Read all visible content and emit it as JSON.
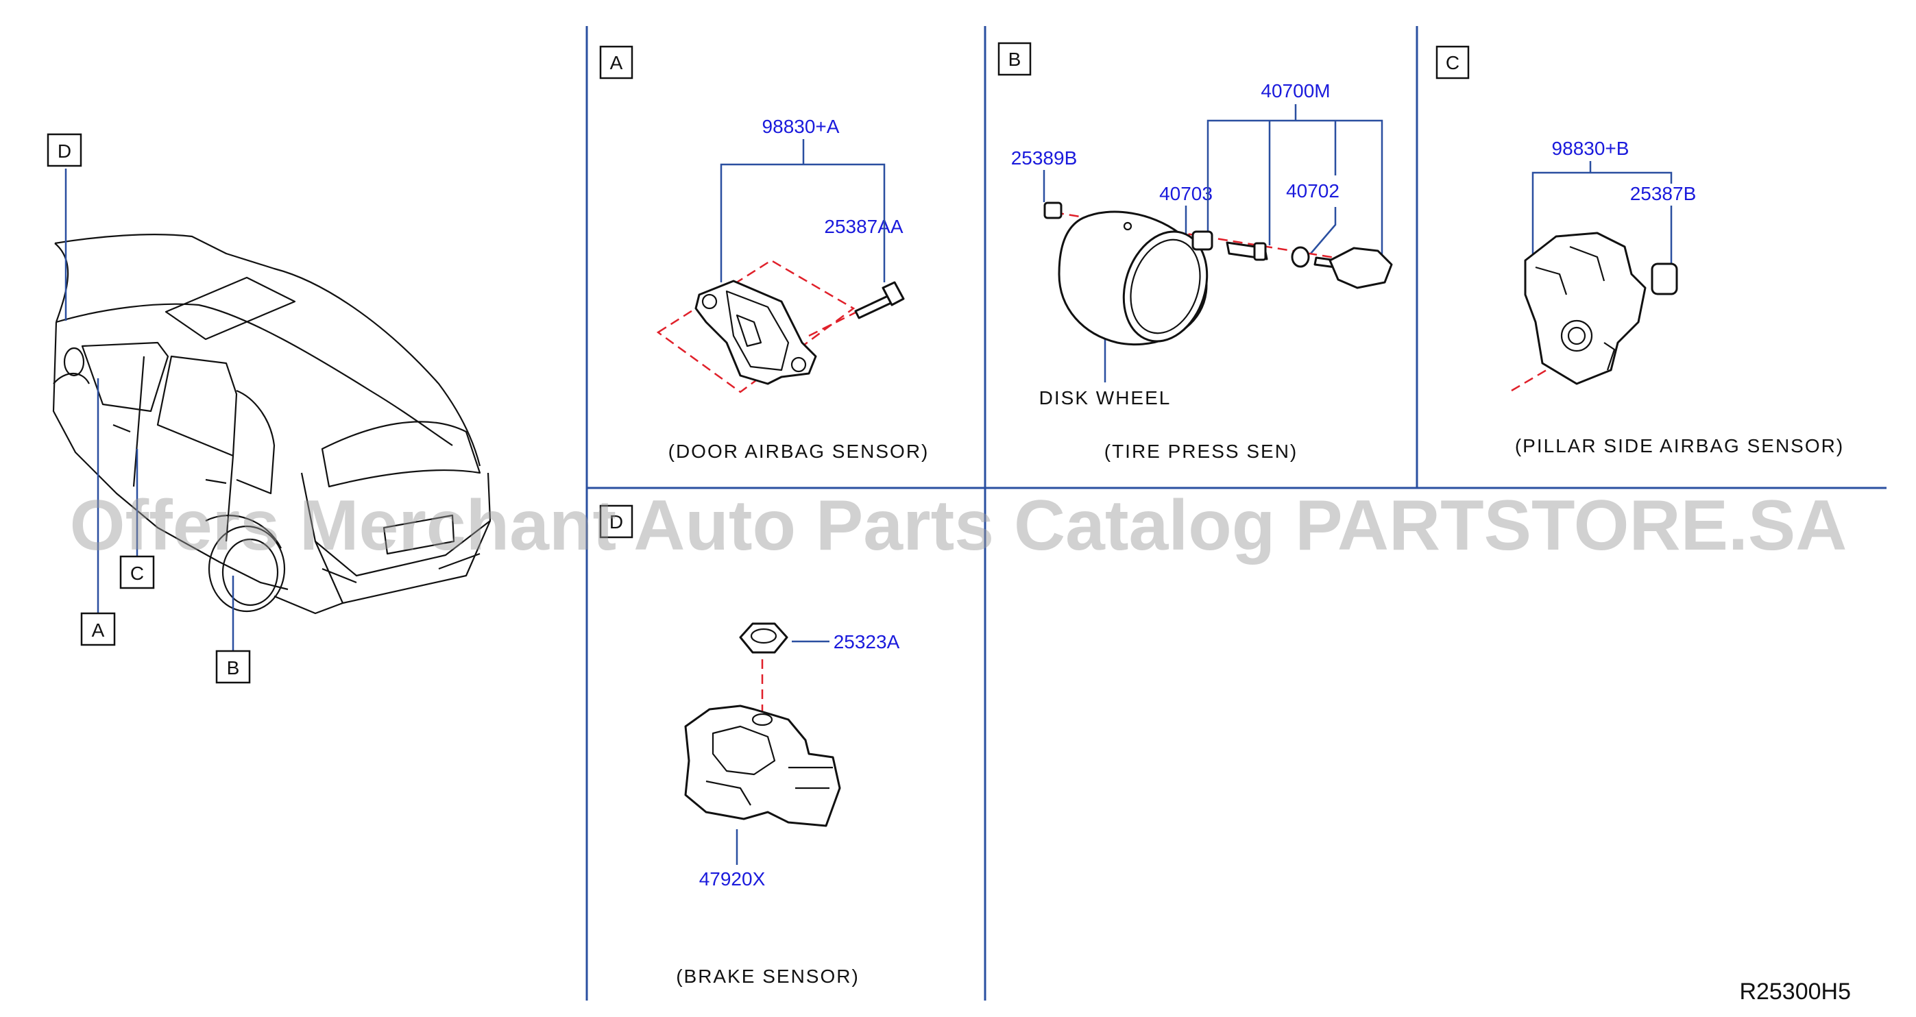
{
  "panels": {
    "overview": {
      "callouts": [
        "D",
        "C",
        "A",
        "B"
      ]
    },
    "A": {
      "letter": "A",
      "part_assembly": "98830+A",
      "part_bolt": "25387AA",
      "caption": "(DOOR   AIRBAG   SENSOR)"
    },
    "B": {
      "letter": "B",
      "part_kit": "40700M",
      "part_cap": "25389B",
      "part_nut": "40703",
      "part_grommet": "40702",
      "label_disk_wheel": "DISK   WHEEL",
      "caption": "(TIRE   PRESS   SEN)"
    },
    "C": {
      "letter": "C",
      "part_assembly": "98830+B",
      "part_nut": "25387B",
      "caption": "(PILLAR   SIDE   AIRBAG   SENSOR)"
    },
    "D": {
      "letter": "D",
      "part_nut": "25323A",
      "part_sensor": "47920X",
      "caption": "(BRAKE   SENSOR)"
    }
  },
  "reference_code": "R25300H5",
  "watermark": "Offers Merchant Auto Parts Catalog PARTSTORE.SA",
  "colors": {
    "frame": "#2a4fa0",
    "part_number": "#1a1adc",
    "dashed_line": "#e0202a",
    "line_art": "#111111"
  },
  "icons": [
    "car-rear-three-quarter-view",
    "door-airbag-sensor",
    "tire-pressure-sensor",
    "pillar-side-airbag-sensor",
    "brake-sensor"
  ]
}
